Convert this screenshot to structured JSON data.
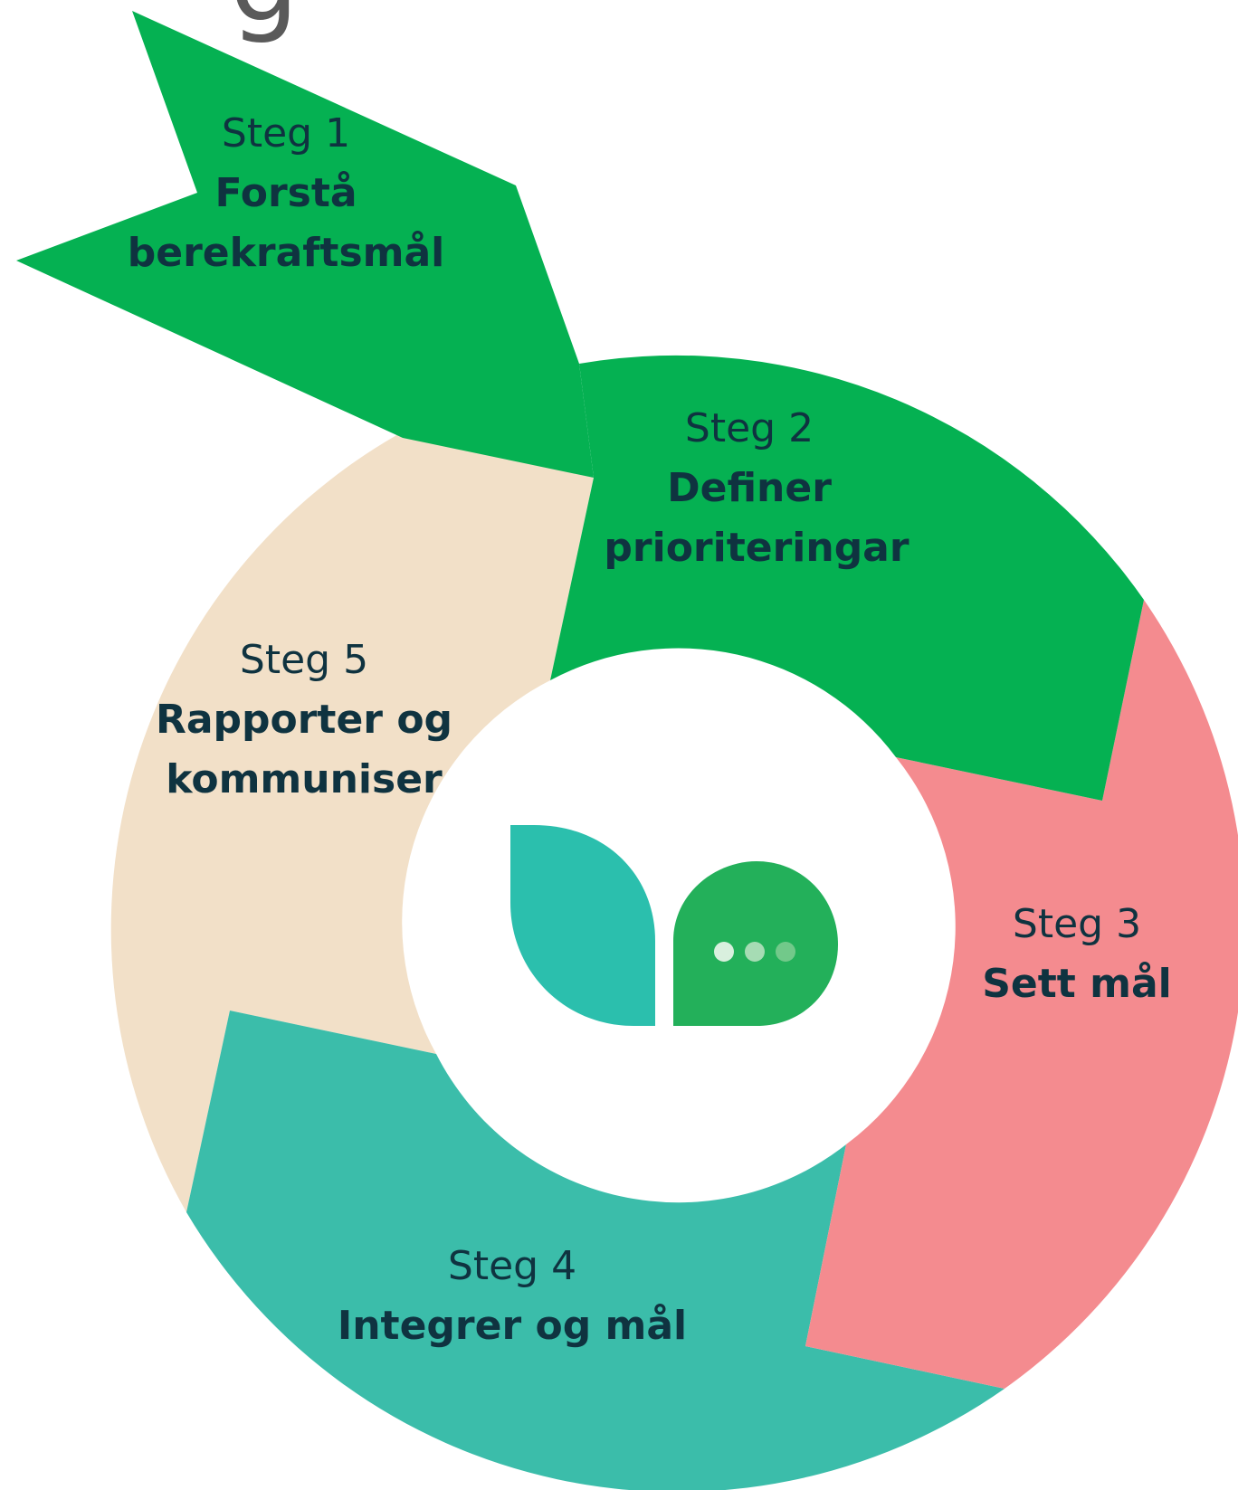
{
  "title_fragment": "g",
  "colors": {
    "step1": "#05b152",
    "step2": "#05b152",
    "step3": "#f48b8f",
    "step4": "#3bbdaa",
    "step5": "#f2e0c8",
    "center": "#ffffff",
    "text": "#0f3340",
    "logo_leaf": "#2bbfad",
    "logo_bubble": "#23b05a"
  },
  "steps": [
    {
      "label": "Steg 1",
      "name_lines": [
        "Forstå",
        "berekraftsmål"
      ]
    },
    {
      "label": "Steg 2",
      "name_lines": [
        "Definer",
        "prioriteringar"
      ]
    },
    {
      "label": "Steg 3",
      "name_lines": [
        "Sett mål"
      ]
    },
    {
      "label": "Steg 4",
      "name_lines": [
        "Integrer og mål"
      ]
    },
    {
      "label": "Steg 5",
      "name_lines": [
        "Rapporter og",
        "kommuniser"
      ]
    }
  ],
  "logo": {
    "leaf_icon": "leaf-icon",
    "bubble_icon": "speech-bubble-icon"
  }
}
